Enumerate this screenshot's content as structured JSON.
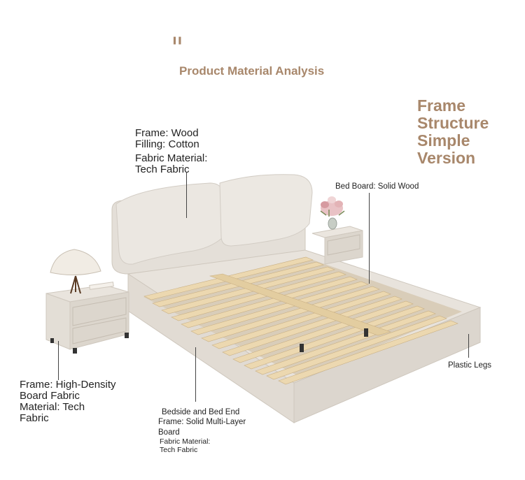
{
  "header": {
    "quote_mark": "\"",
    "title": "Product Material Analysis"
  },
  "frame_structure": {
    "lines": [
      "Frame",
      "Structure",
      "Simple",
      "Version"
    ]
  },
  "callouts": {
    "headboard": {
      "frame": "Frame: Wood",
      "filling": "Filling: Cotton",
      "fabric_1": "Fabric Material:",
      "fabric_2": "Tech Fabric"
    },
    "bed_board": "Bed Board: Solid Wood",
    "side_left": {
      "line1": "Frame: High-Density",
      "line2": "Board Fabric",
      "line3": "Material: Tech",
      "line4": "Fabric"
    },
    "bed_end": {
      "line1": "Bedside and Bed End",
      "line2": "Frame: Solid Multi-Layer",
      "line3": "Board",
      "line4": "Fabric Material:",
      "line5": "Tech Fabric"
    },
    "legs": "Plastic Legs"
  },
  "colors": {
    "accent": "#a8876b",
    "fabric": "#e6e1da",
    "wood": "#e9d2a6"
  }
}
